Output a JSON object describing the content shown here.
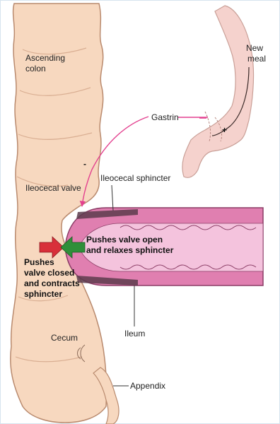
{
  "labels": {
    "ascending_colon": [
      "Ascending",
      "colon"
    ],
    "new_meal": [
      "New",
      "meal"
    ],
    "gastrin": "Gastrin",
    "minus_sign": "-",
    "plus_sign": "+",
    "ileocecal_valve": "Ileocecal valve",
    "ileocecal_sphincter": "Ileocecal sphincter",
    "pushes_open": [
      "Pushes valve open",
      "and relaxes sphincter"
    ],
    "pushes_closed": [
      "Pushes",
      "valve closed",
      "and contracts",
      "sphincter"
    ],
    "ileum": "Ileum",
    "cecum": "Cecum",
    "appendix": "Appendix"
  },
  "colors": {
    "colon_fill": "#f7d8bf",
    "colon_stroke": "#b98a6e",
    "stomach_fill": "#f5d2cd",
    "ileum_outer": "#e07fb0",
    "ileum_inner": "#f4c3dd",
    "gastrin_arrow": "#e3418f",
    "red_arrow": "#d8303a",
    "green_arrow": "#2f8f3a"
  },
  "icons": [
    "red-arrow-icon",
    "green-arrow-icon",
    "gastrin-arrow-icon"
  ]
}
